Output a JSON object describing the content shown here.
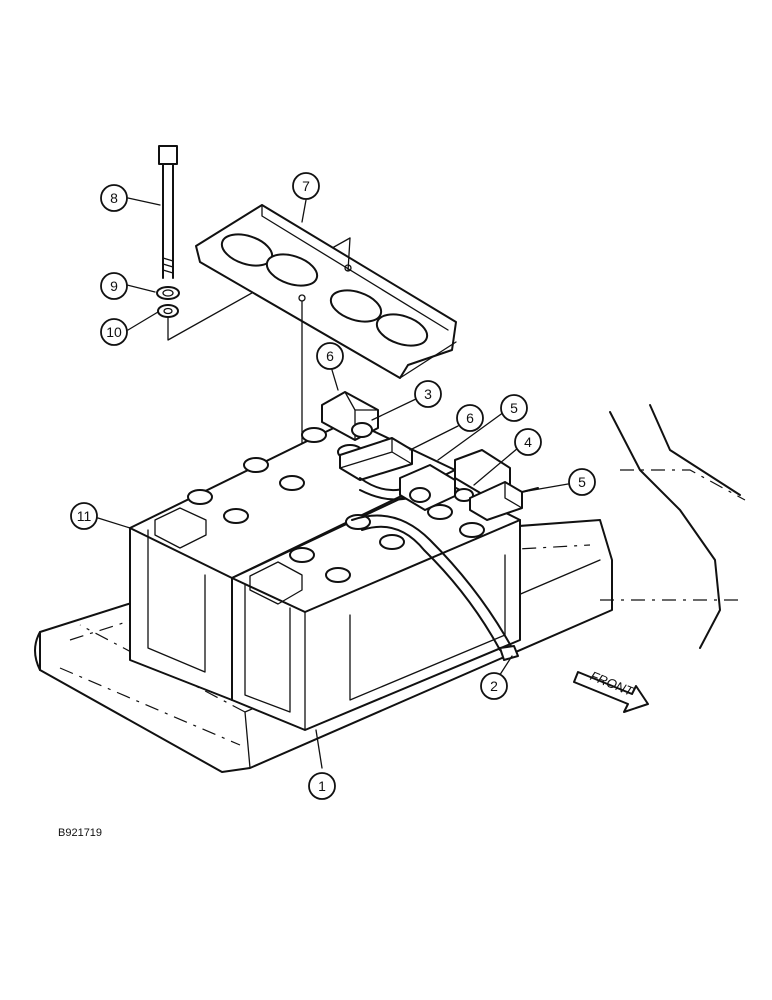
{
  "figure_code": "B921719",
  "direction_label": "FRONT",
  "callouts": [
    {
      "id": "c1",
      "label": "1"
    },
    {
      "id": "c2",
      "label": "2"
    },
    {
      "id": "c3",
      "label": "3"
    },
    {
      "id": "c4",
      "label": "4"
    },
    {
      "id": "c5a",
      "label": "5"
    },
    {
      "id": "c5b",
      "label": "5"
    },
    {
      "id": "c6a",
      "label": "6"
    },
    {
      "id": "c6b",
      "label": "6"
    },
    {
      "id": "c7",
      "label": "7"
    },
    {
      "id": "c8",
      "label": "8"
    },
    {
      "id": "c9",
      "label": "9"
    },
    {
      "id": "c10",
      "label": "10"
    },
    {
      "id": "c11",
      "label": "11"
    }
  ]
}
